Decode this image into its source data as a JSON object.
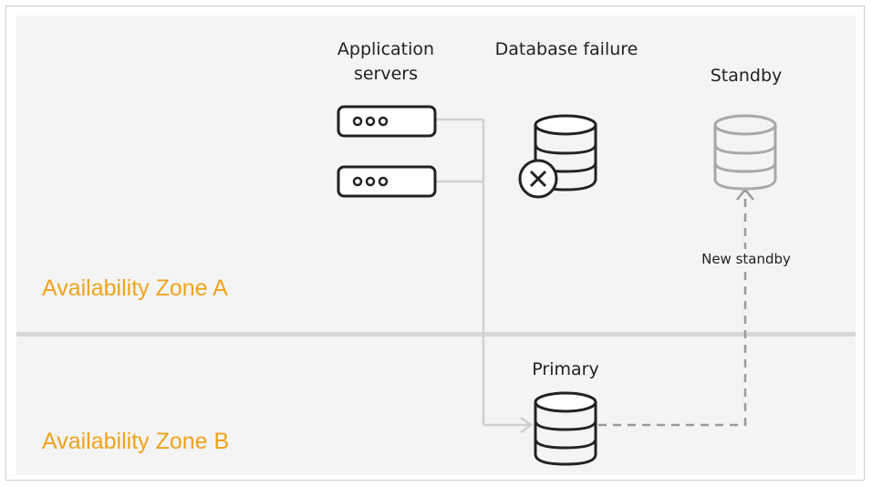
{
  "zones": {
    "a_label": "Availability Zone A",
    "b_label": "Availability Zone B"
  },
  "labels": {
    "app_servers_line1": "Application",
    "app_servers_line2": "servers",
    "database_failure": "Database failure",
    "standby": "Standby",
    "primary": "Primary",
    "new_standby": "New standby"
  },
  "icons": {
    "app_server": "server-icon",
    "database": "database-icon",
    "failure_badge": "x-circle-icon"
  },
  "colors": {
    "zone_label": "#f0a31c",
    "active_stroke": "#222222",
    "inactive_stroke": "#a8a8a8",
    "connector": "#d0d0d0",
    "dashed_connector": "#9a9a9a",
    "panel_bg": "#f4f4f4"
  }
}
